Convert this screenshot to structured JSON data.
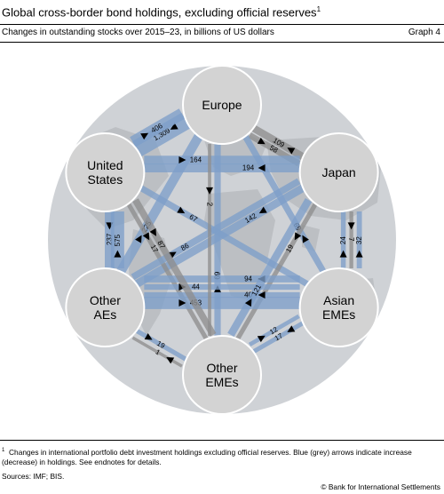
{
  "header": {
    "title": "Global cross-border bond holdings, excluding official reserves",
    "title_note": "1",
    "subtitle": "Changes in outstanding stocks over 2015–23, in billions of US dollars",
    "graph_number": "Graph 4"
  },
  "nodes": [
    {
      "id": "EU",
      "lines": [
        "Europe"
      ]
    },
    {
      "id": "JP",
      "lines": [
        "Japan"
      ]
    },
    {
      "id": "AS",
      "lines": [
        "Asian",
        "EMEs"
      ]
    },
    {
      "id": "OE",
      "lines": [
        "Other",
        "EMEs"
      ]
    },
    {
      "id": "OA",
      "lines": [
        "Other",
        "AEs"
      ]
    },
    {
      "id": "US",
      "lines": [
        "United",
        "States"
      ]
    }
  ],
  "flows": [
    {
      "from": "EU",
      "to": "US",
      "value": "1,309",
      "direction": "increase"
    },
    {
      "from": "US",
      "to": "EU",
      "value": "406",
      "direction": "increase"
    },
    {
      "from": "JP",
      "to": "EU",
      "value": "109",
      "direction": "decrease"
    },
    {
      "from": "EU",
      "to": "JP",
      "value": "58",
      "direction": "decrease"
    },
    {
      "from": "OA",
      "to": "EU",
      "value": "225",
      "direction": "increase"
    },
    {
      "from": "OE",
      "to": "EU",
      "value": "69",
      "direction": "increase"
    },
    {
      "from": "AS",
      "to": "EU",
      "value": "69",
      "direction": "increase"
    },
    {
      "from": "JP",
      "to": "US",
      "value": "194",
      "direction": "increase"
    },
    {
      "from": "US",
      "to": "JP",
      "value": "164",
      "direction": "increase"
    },
    {
      "from": "US",
      "to": "AS",
      "value": "67",
      "direction": "increase"
    },
    {
      "from": "AS",
      "to": "JP",
      "value": "24",
      "direction": "increase"
    },
    {
      "from": "JP",
      "to": "OE",
      "value": "19",
      "direction": "decrease"
    },
    {
      "from": "JP",
      "to": "AS",
      "value": "7",
      "direction": "decrease"
    },
    {
      "from": "AS",
      "to": "JP",
      "value": "32",
      "direction": "increase"
    },
    {
      "from": "JP",
      "to": "OA",
      "value": "142",
      "direction": "increase"
    },
    {
      "from": "US",
      "to": "OA",
      "value": "237",
      "direction": "increase"
    },
    {
      "from": "OA",
      "to": "US",
      "value": "575",
      "direction": "increase"
    },
    {
      "from": "US",
      "to": "OE",
      "value": "17",
      "direction": "decrease"
    },
    {
      "from": "OA",
      "to": "JP",
      "value": "86",
      "direction": "increase"
    },
    {
      "from": "OA",
      "to": "AS",
      "value": "453",
      "direction": "increase"
    },
    {
      "from": "AS",
      "to": "OA",
      "value": "40",
      "direction": "increase"
    },
    {
      "from": "OA",
      "to": "AS",
      "value": "44",
      "direction": "increase"
    },
    {
      "from": "AS",
      "to": "OA",
      "value": "94",
      "direction": "increase"
    },
    {
      "from": "OA",
      "to": "OE",
      "value": "19",
      "direction": "increase"
    },
    {
      "from": "OE",
      "to": "OA",
      "value": "1",
      "direction": "decrease"
    },
    {
      "from": "US",
      "to": "OE",
      "value": "87",
      "direction": "decrease"
    },
    {
      "from": "OE",
      "to": "JP",
      "value": "121",
      "direction": "increase"
    },
    {
      "from": "EU",
      "to": "OE",
      "value": "2",
      "direction": "decrease"
    },
    {
      "from": "AS",
      "to": "OE",
      "value": "17",
      "direction": "increase"
    },
    {
      "from": "OE",
      "to": "AS",
      "value": "12",
      "direction": "increase"
    }
  ],
  "colors": {
    "increase": "#7e9fc9",
    "decrease": "#8e8e8e",
    "node": "#d3d3d3",
    "globe": "#cfd2d6",
    "land": "#bcbfc3"
  },
  "footer": {
    "note_mark": "1",
    "footnote": "Changes in international portfolio debt investment holdings excluding official reserves. Blue (grey) arrows indicate increase (decrease) in holdings. See endnotes for details.",
    "sources": "Sources: IMF; BIS.",
    "copyright": "© Bank for International Settlements"
  }
}
